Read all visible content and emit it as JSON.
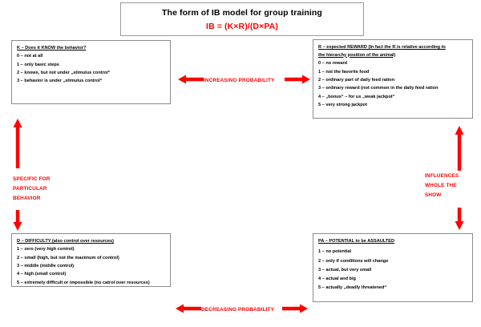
{
  "title": {
    "heading": "The form of IB model for group training",
    "formula": "IB = (K×R)/(D×PA)"
  },
  "colors": {
    "accent_red": "#ff0000",
    "box_border": "#8c8c8c",
    "text": "#000000",
    "background": "#ffffff"
  },
  "boxes": {
    "knowledge": {
      "header": "K – Does it KNOW the behavior?",
      "lines": [
        "0 – not at all",
        "1 – only basic steps",
        "2 – knows, but not under „stimulus control“",
        "3 – behavior is under „stimulus control“"
      ]
    },
    "reward": {
      "header_line1": "R – expected REWARD  (In fact the R is relative according to",
      "header_line2": "the hierarchy position of the animal)",
      "lines": [
        "0 – no reward",
        "1 – not the favorite food",
        "2 – ordinary part of daily feed ration",
        "3 – ordinary reward (not common in the daily feed ration",
        "4 – „bonus“ – for us „weak jackpot“",
        "5 – very strong jackpot"
      ]
    },
    "difficulty": {
      "header": "D – DIFFICULTY (also control over resources)",
      "lines": [
        "1 – zero (very high control)",
        "2 – small (high, but not the maximum of control)",
        "3 – middle (middle control)",
        "4 – high (small control)",
        "5 – extremely difficult or impossible (no catrol over resources)"
      ]
    },
    "potential": {
      "header": "PA – POTENTIAL to be ASSAULTED",
      "lines": [
        "1 – no potential",
        "2 – only if conditions will change",
        "3 – actual, but very small",
        "4 – actual and big",
        "5 – actually „deadly threatened“"
      ]
    }
  },
  "annotations": {
    "increasing_probability": "INCREASING PROBABILITY",
    "decreasing_probability": "DECREASING PROBABILITY",
    "specific_for_particular_behavior": [
      "SPECIFIC FOR",
      "PARTICULAR",
      "BEHAVIOR"
    ],
    "influences_whole_the_show": [
      "INFLUENCES",
      "WHOLE THE",
      "SHOW"
    ]
  }
}
